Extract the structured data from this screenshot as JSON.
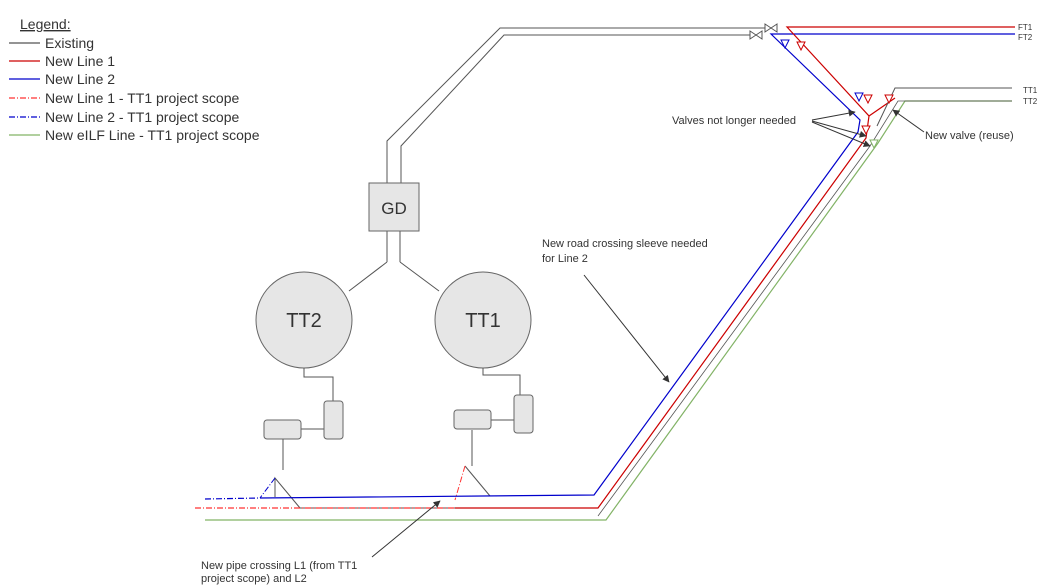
{
  "legend": {
    "title": "Legend:",
    "items": [
      {
        "label": "Existing",
        "color": "#555555",
        "style": "solid"
      },
      {
        "label": "New Line 1",
        "color": "#cc0000",
        "style": "solid"
      },
      {
        "label": "New Line 2",
        "color": "#0000cc",
        "style": "solid"
      },
      {
        "label": "New Line 1 - TT1 project scope",
        "color": "#ff3333",
        "style": "dashdot"
      },
      {
        "label": "New Line 2 - TT1 project scope",
        "color": "#0000cc",
        "style": "dashdot"
      },
      {
        "label": "New eILF Line - TT1 project scope",
        "color": "#82b366",
        "style": "solid"
      }
    ]
  },
  "equipment": {
    "gd": "GD",
    "tt2": "TT2",
    "tt1": "TT1"
  },
  "endpoints": {
    "ft1": "FT1",
    "ft2": "FT2",
    "tt1": "TT1",
    "tt2": "TT2"
  },
  "annotations": {
    "valves_not_needed": "Valves not longer needed",
    "new_valve": "New valve (reuse)",
    "road_crossing_line1": "New road crossing sleeve needed",
    "road_crossing_line2": "for Line 2",
    "pipe_crossing_line1": "New pipe crossing L1 (from TT1",
    "pipe_crossing_line2": "project scope) and L2"
  },
  "colors": {
    "existing": "#555555",
    "line1": "#cc0000",
    "line2": "#0000cc",
    "line1_scope": "#ff3333",
    "eilf": "#82b366",
    "equipment_fill": "#e6e6e6",
    "equipment_stroke": "#666666"
  }
}
